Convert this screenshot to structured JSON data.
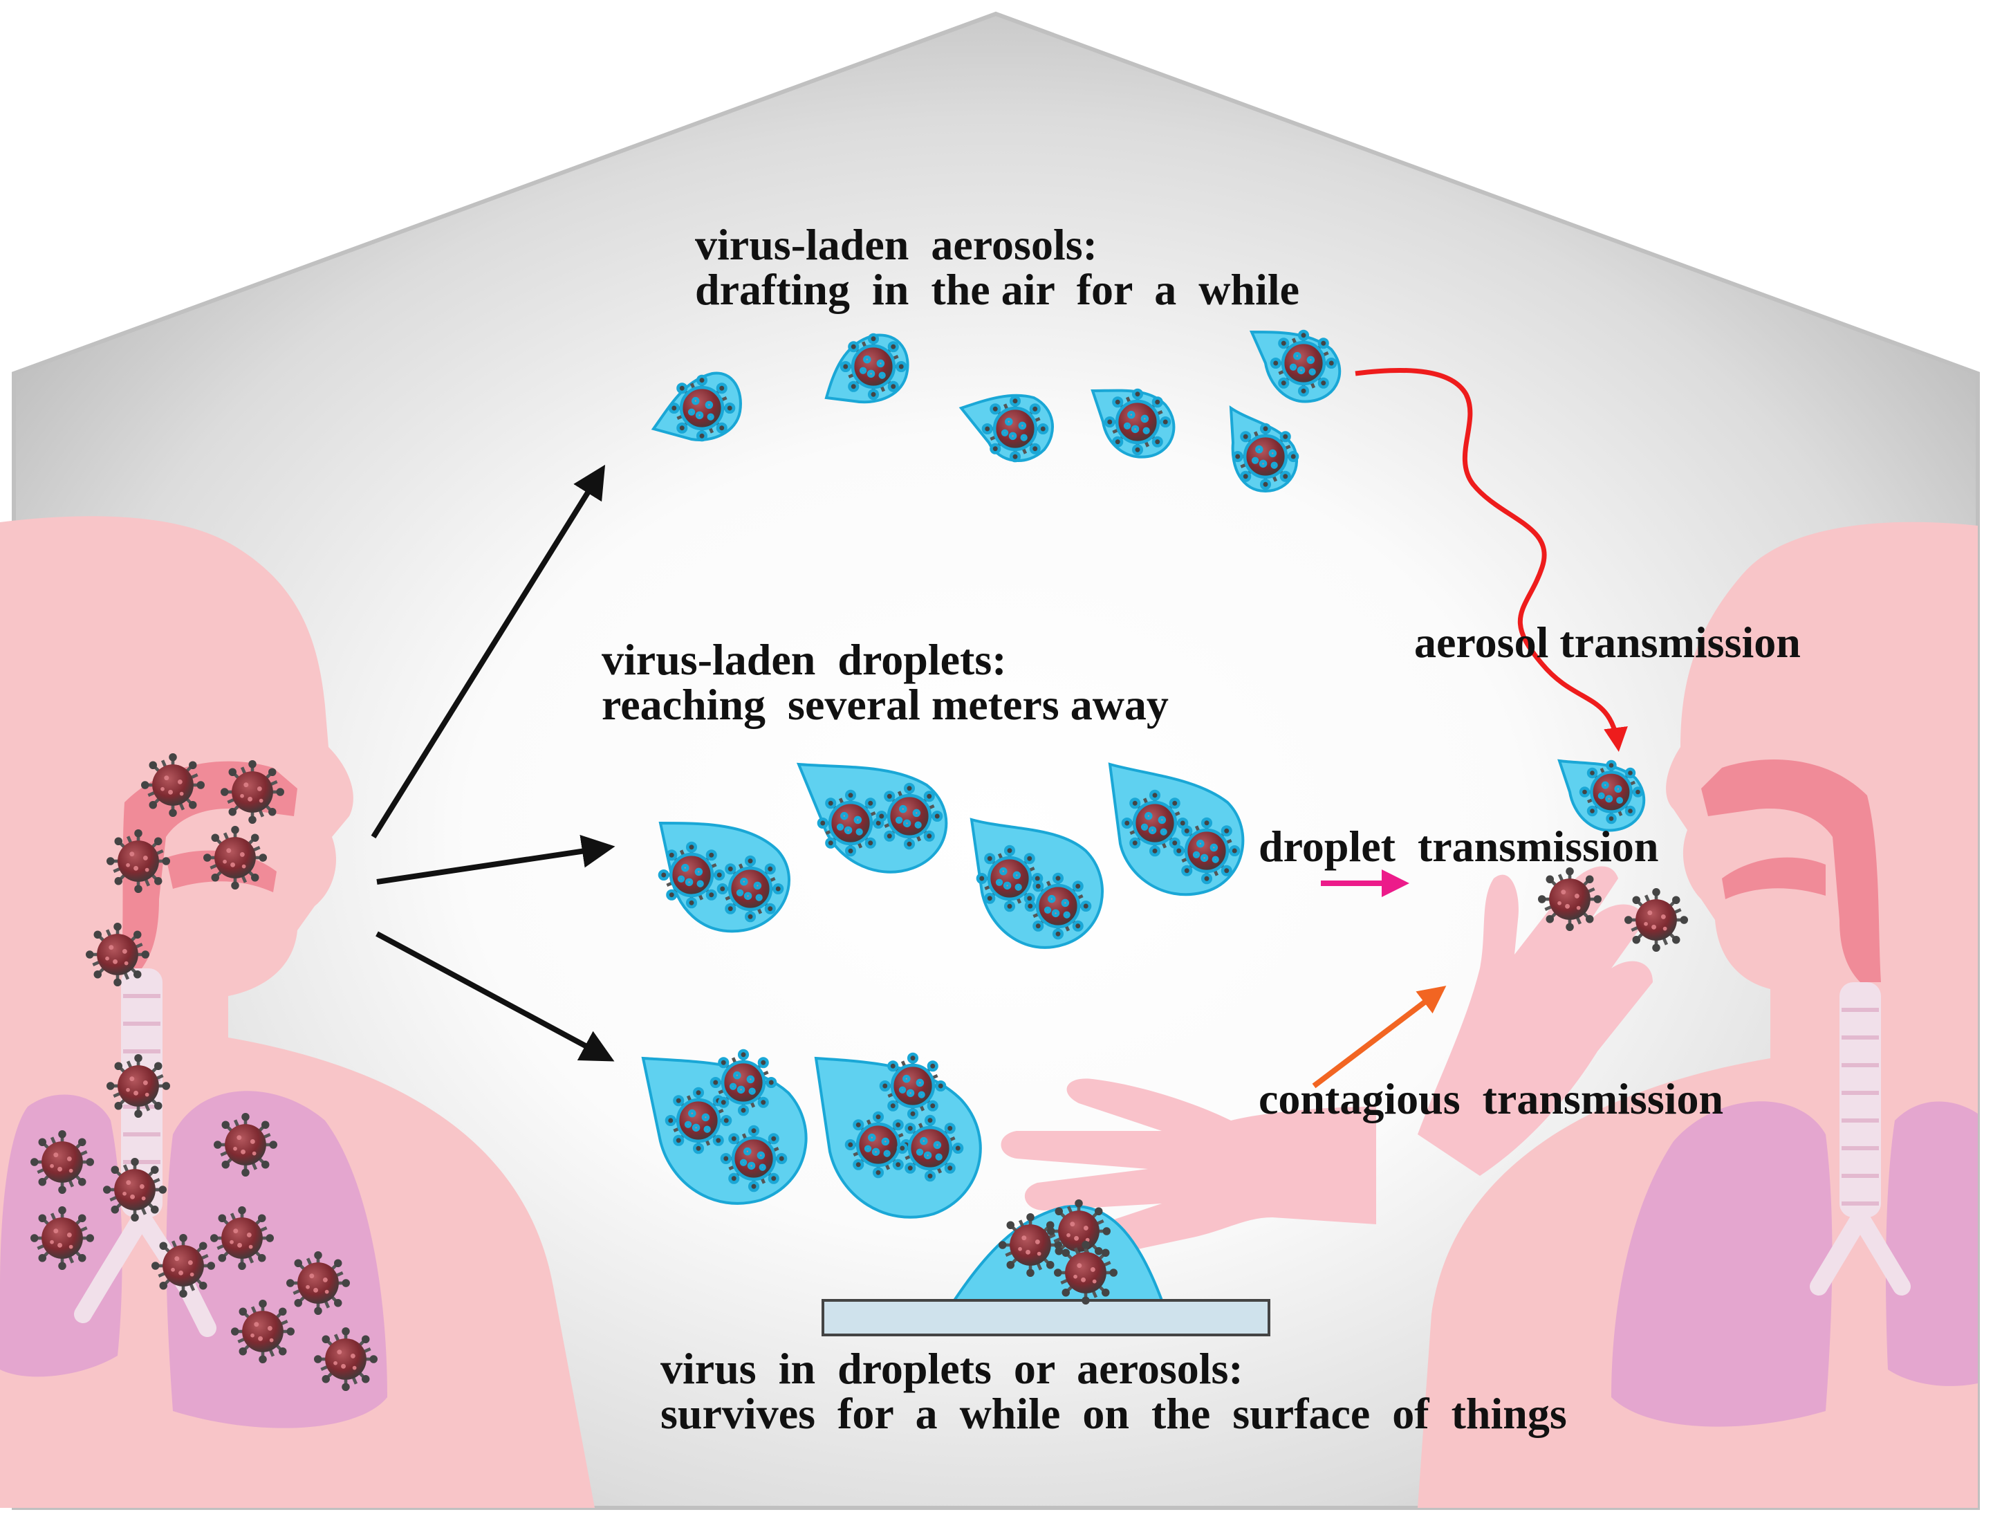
{
  "labels": {
    "aerosols_line1": "virus-laden  aerosols:",
    "aerosols_line2": "drafting  in  the air  for  a  while",
    "droplets_line1": "virus-laden  droplets:",
    "droplets_line2": "reaching  several meters away",
    "aerosol_transmission": "aerosol transmission",
    "droplet_transmission": "droplet  transmission",
    "contagious_transmission": "contagious  transmission",
    "surface_line1": "virus  in  droplets  or  aerosols:",
    "surface_line2": "survives  for  a  while  on  the  surface  of  things"
  },
  "colors": {
    "house_gray": "#c8c8c8",
    "body_pink": "#f8c5c8",
    "airway_pink": "#f08090",
    "lung_purple": "#e4a6cf",
    "droplet_blue": "#5fd1f0",
    "droplet_stroke": "#1aa7d6",
    "virus_red": "#8a2f35",
    "virus_dark": "#4a4a4a",
    "arrow_black": "#111111",
    "arrow_red": "#ee1c1c",
    "arrow_magenta": "#ec1b8a",
    "arrow_orange": "#f26522",
    "hand_pink": "#f9c0c8"
  }
}
